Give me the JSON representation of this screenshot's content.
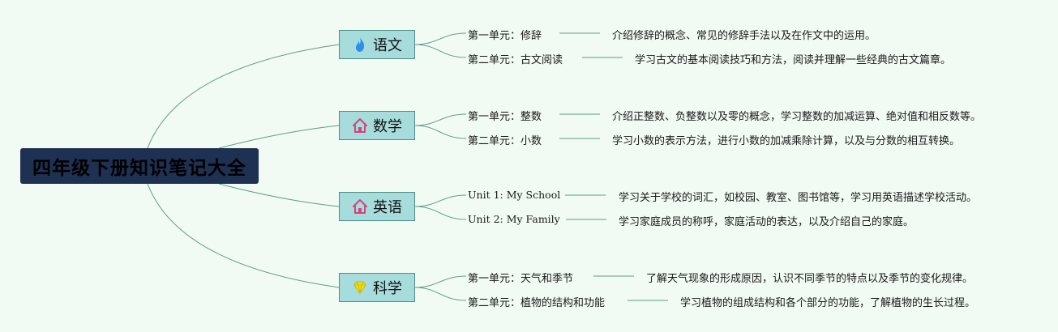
{
  "title": "四年级下册知识笔记大全",
  "subjects": [
    {
      "name": "语文",
      "icon": "fire-icon",
      "items": [
        {
          "unit": "第一单元：修辞",
          "desc": "介绍修辞的概念、常见的修辞手法以及在作文中的运用。"
        },
        {
          "unit": "第二单元：古文阅读",
          "desc": "学习古文的基本阅读技巧和方法，阅读并理解一些经典的古文篇章。"
        }
      ]
    },
    {
      "name": "数学",
      "icon": "house-icon",
      "items": [
        {
          "unit": "第一单元：整数",
          "desc": "介绍正整数、负整数以及零的概念，学习整数的加减运算、绝对值和相反数等。"
        },
        {
          "unit": "第二单元：小数",
          "desc": "学习小数的表示方法，进行小数的加减乘除计算，以及与分数的相互转换。"
        }
      ]
    },
    {
      "name": "英语",
      "icon": "house-icon",
      "items": [
        {
          "unit": "Unit 1: My School",
          "desc": "学习关于学校的词汇，如校园、教室、图书馆等，学习用英语描述学校活动。"
        },
        {
          "unit": "Unit 2: My Family",
          "desc": "学习家庭成员的称呼，家庭活动的表达，以及介绍自己的家庭。"
        }
      ]
    },
    {
      "name": "科学",
      "icon": "diamond-icon",
      "items": [
        {
          "unit": "第一单元：天气和季节",
          "desc": "了解天气现象的形成原因，认识不同季节的特点以及季节的变化规律。"
        },
        {
          "unit": "第二单元：植物的结构和功能",
          "desc": "学习植物的组成结构和各个部分的功能，了解植物的生长过程。"
        }
      ]
    }
  ],
  "colors": {
    "background": "#f1faf3",
    "root": "#1e3152",
    "node": "#a7dcdc",
    "border": "#4f8f86",
    "line": "#5e9c8c"
  }
}
